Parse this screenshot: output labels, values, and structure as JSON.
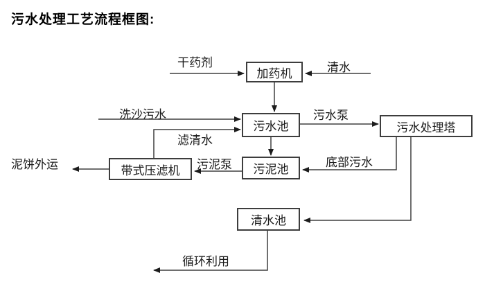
{
  "title": "污水处理工艺流程框图:",
  "colors": {
    "background": "#ffffff",
    "line": "#3f3f3f",
    "box_border": "#3d3d3d",
    "text": "#000000"
  },
  "nodes": {
    "dosing_machine": {
      "label": "加药机"
    },
    "sewage_pool": {
      "label": "污水池"
    },
    "treatment_tower": {
      "label": "污水处理塔"
    },
    "sludge_pool": {
      "label": "污泥池"
    },
    "belt_filter_press": {
      "label": "带式压滤机"
    },
    "clean_water_pool": {
      "label": "清水池"
    }
  },
  "edge_labels": {
    "dry_chemical": "干药剂",
    "clean_water": "清水",
    "sand_wash_sewage": "洗沙污水",
    "sewage_pump": "污水泵",
    "filtered_water": "滤清水",
    "bottom_sewage": "底部污水",
    "sludge_pump": "污泥泵",
    "mud_cake_out": "泥饼外运",
    "recycle": "循环利用"
  },
  "edges": [
    {
      "from": "干药剂(外部投入)",
      "to": "加药机",
      "label": "干药剂"
    },
    {
      "from": "清水(外部投入)",
      "to": "加药机",
      "label": "清水"
    },
    {
      "from": "加药机",
      "to": "污水池",
      "label": ""
    },
    {
      "from": "洗沙污水(外部来水)",
      "to": "污水池",
      "label": "洗沙污水"
    },
    {
      "from": "带式压滤机",
      "to": "污水池",
      "label": "滤清水"
    },
    {
      "from": "污水池",
      "to": "污水处理塔",
      "label": "污水泵"
    },
    {
      "from": "污水池",
      "to": "污泥池",
      "label": ""
    },
    {
      "from": "污水处理塔",
      "to": "污泥池",
      "label": "底部污水"
    },
    {
      "from": "污泥池",
      "to": "带式压滤机",
      "label": "污泥泵"
    },
    {
      "from": "带式压滤机",
      "to": "外运",
      "label": "泥饼外运"
    },
    {
      "from": "污水处理塔",
      "to": "清水池",
      "label": ""
    },
    {
      "from": "清水池",
      "to": "回用",
      "label": "循环利用"
    }
  ]
}
